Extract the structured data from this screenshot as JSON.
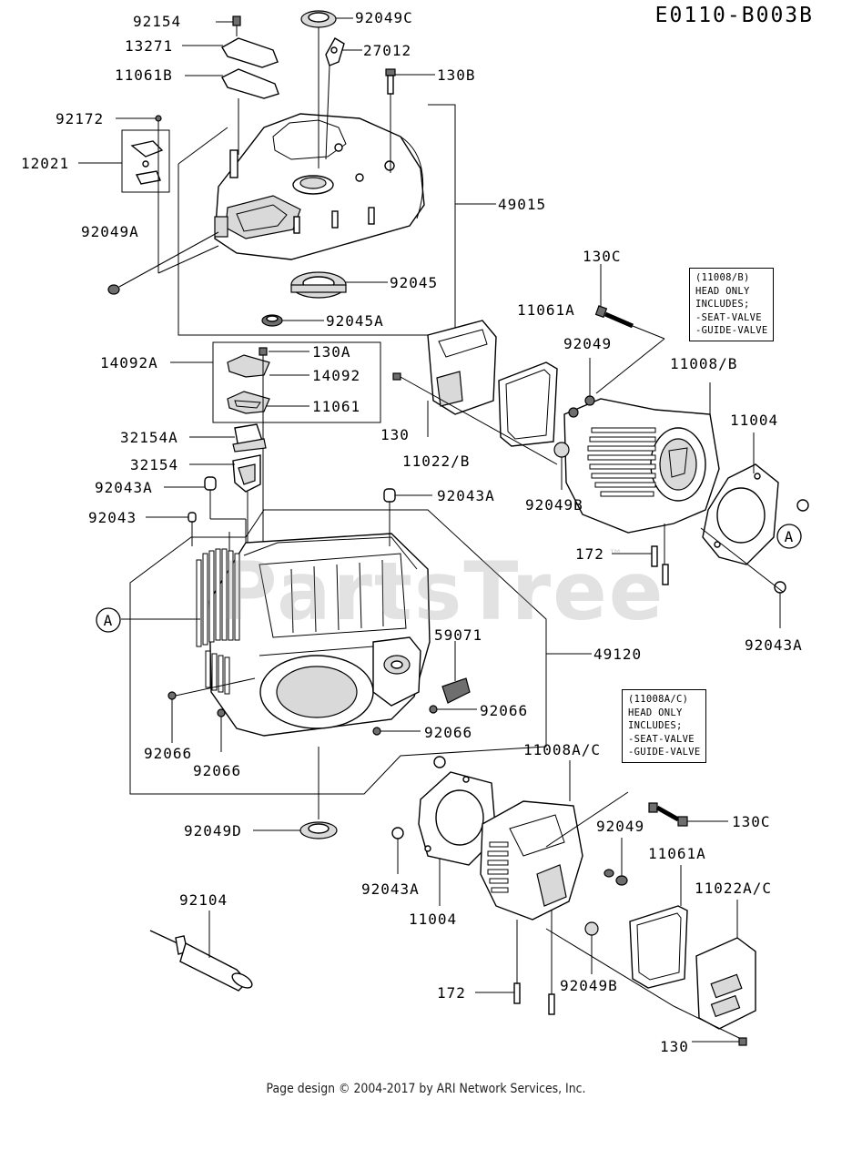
{
  "diagram_code": "E0110-B003B",
  "footer": "Page design © 2004-2017 by ARI Network Services, Inc.",
  "watermark": "PartsTree",
  "watermark_tm": "™",
  "notes": [
    {
      "id": "note-11008b",
      "lines": [
        "(11008/B)",
        "HEAD ONLY",
        "INCLUDES;",
        "-SEAT-VALVE",
        "-GUIDE-VALVE"
      ]
    },
    {
      "id": "note-11008ac",
      "lines": [
        "(11008A/C)",
        "HEAD ONLY",
        "INCLUDES;",
        "-SEAT-VALVE",
        "-GUIDE-VALVE"
      ]
    }
  ],
  "callouts": {
    "a_left": "A",
    "a_right": "A"
  },
  "labels": [
    "92154",
    "13271",
    "11061B",
    "92049C",
    "27012",
    "130B",
    "92172",
    "12021",
    "49015",
    "92049A",
    "92045",
    "92045A",
    "130C",
    "11061A",
    "92049",
    "11008/B",
    "11004",
    "14092A",
    "130A",
    "14092",
    "11061",
    "130",
    "11022/B",
    "32154A",
    "32154",
    "92043A",
    "92043",
    "92049B",
    "172",
    "59071",
    "49120",
    "92066",
    "11008A/C",
    "130C",
    "92049D",
    "92104",
    "92043A",
    "11004",
    "92049",
    "11061A",
    "11022A/C",
    "172",
    "92049B",
    "130",
    "92043A",
    "92066",
    "92066",
    "92066",
    "92043A"
  ]
}
